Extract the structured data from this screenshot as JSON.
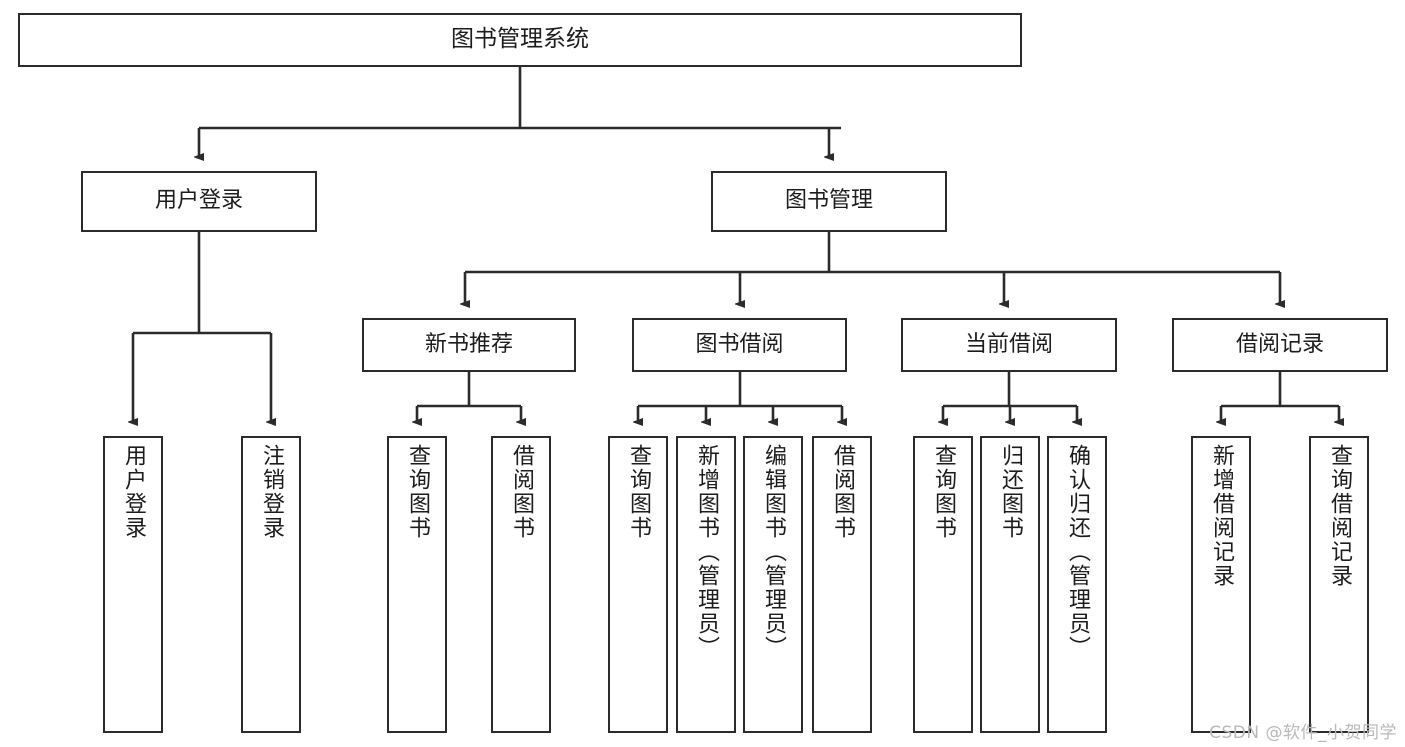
{
  "diagram": {
    "title": "图书管理系统",
    "type": "tree-hierarchy",
    "watermark": "CSDN @软件_小贺同学",
    "colors": {
      "box_border": "#2b2b2b",
      "box_fill": "#ffffff",
      "line": "#2b2b2b",
      "text": "#1c1c1c",
      "watermark": "#b9b9b9",
      "background": "#ffffff"
    },
    "levels": {
      "root": {
        "label": "图书管理系统"
      },
      "level2": [
        {
          "label": "用户登录"
        },
        {
          "label": "图书管理"
        }
      ],
      "level3": [
        {
          "label": "新书推荐"
        },
        {
          "label": "图书借阅"
        },
        {
          "label": "当前借阅"
        },
        {
          "label": "借阅记录"
        }
      ],
      "leaves_user_login": [
        {
          "label": "用户登录"
        },
        {
          "label": "注销登录"
        }
      ],
      "leaves_new_book": [
        {
          "label": "查询图书"
        },
        {
          "label": "借阅图书"
        }
      ],
      "leaves_borrow": [
        {
          "label": "查询图书"
        },
        {
          "label": "新增图书（管理员）"
        },
        {
          "label": "编辑图书（管理员）"
        },
        {
          "label": "借阅图书"
        }
      ],
      "leaves_current": [
        {
          "label": "查询图书"
        },
        {
          "label": "归还图书"
        },
        {
          "label": "确认归还（管理员）"
        }
      ],
      "leaves_records": [
        {
          "label": "新增借阅记录"
        },
        {
          "label": "查询借阅记录"
        }
      ]
    }
  }
}
